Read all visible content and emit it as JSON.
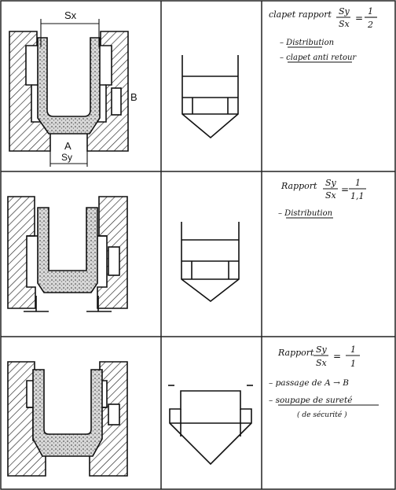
{
  "rows": [
    {
      "labels": {
        "sx": "Sx",
        "sy": "Sy",
        "port_a": "A",
        "port_b": "B"
      },
      "notes": {
        "title": "clapet rapport",
        "fraction_top": "Sy",
        "fraction_bottom": "Sx",
        "equals": "=",
        "ratio_top": "1",
        "ratio_bottom": "2",
        "items": [
          "– Distribution",
          "– clapet anti retour"
        ]
      }
    },
    {
      "notes": {
        "title": "Rapport",
        "fraction_top": "Sy",
        "fraction_bottom": "Sx",
        "equals": "=",
        "ratio_top": "1",
        "ratio_bottom": "1,1",
        "items": [
          "– Distribution"
        ]
      }
    },
    {
      "notes": {
        "title": "Rapport",
        "fraction_top": "Sy",
        "fraction_bottom": "Sx",
        "equals": "=",
        "ratio_top": "1",
        "ratio_bottom": "1",
        "items": [
          "– passage de A → B",
          "– soupape de sureté"
        ],
        "handwritten": "( de sécurité )"
      }
    }
  ],
  "colors": {
    "ink": "#111111",
    "paper": "#ffffff",
    "sheet_border": "#222222"
  }
}
